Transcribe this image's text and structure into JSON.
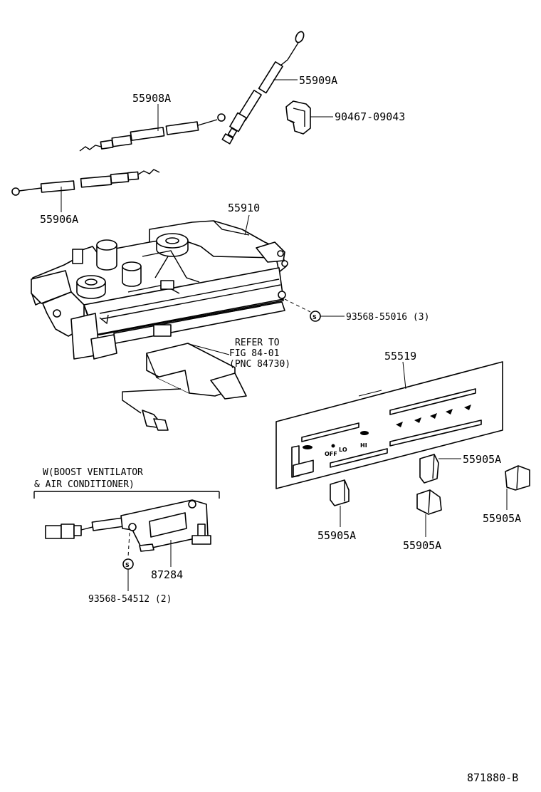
{
  "labels": {
    "p55909a": "55909A",
    "p90467": "90467-09043",
    "p55908a": "55908A",
    "p55906a": "55906A",
    "p55910": "55910",
    "p93568_55016": "93568-55016 (3)",
    "refer_line1": "REFER TO",
    "refer_line2": "FIG 84-01",
    "refer_line3": "(PNC 84730)",
    "p55519": "55519",
    "p55905a_1": "55905A",
    "p55905a_2": "55905A",
    "p55905a_3": "55905A",
    "p55905a_4": "55905A",
    "boost_line1": "W(BOOST VENTILATOR",
    "boost_line2": "& AIR CONDITIONER)",
    "p87284": "87284",
    "p93568_54512": "93568-54512 (2)",
    "figure_code": "871880-B"
  },
  "panel_text": {
    "off": "OFF",
    "lo": "LO",
    "hi": "HI"
  }
}
